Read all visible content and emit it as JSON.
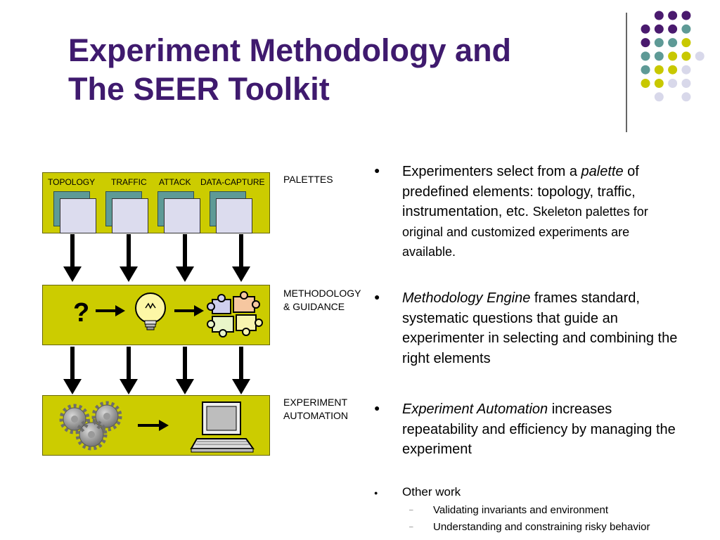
{
  "title": {
    "line1": "Experiment  Methodology and",
    "line2": "The SEER Toolkit"
  },
  "colors": {
    "title": "#3f1a6e",
    "purple_dot": "#4a1a6e",
    "teal_dot": "#5e9a96",
    "olive_dot": "#c8c800",
    "lavender_dot": "#d8d8ea",
    "panel": "#cccc00"
  },
  "diagram": {
    "palette_tabs": [
      "TOPOLOGY",
      "TRAFFIC",
      "ATTACK",
      "DATA-CAPTURE"
    ],
    "labels": {
      "palettes": "PALETTES",
      "methodology": "METHODOLOGY\n& GUIDANCE",
      "automation": "EXPERIMENT\nAUTOMATION"
    },
    "question_mark": "?",
    "icons": [
      "lightbulb-icon",
      "puzzle-icon",
      "gears-icon",
      "laptop-icon",
      "arrow-right-icon",
      "arrow-down-icon"
    ]
  },
  "bullets": [
    {
      "pre": "Experimenters select from a ",
      "em": "palette",
      "post": " of predefined elements: topology, traffic, instrumentation, etc. ",
      "small": "Skeleton",
      "post2": " palettes for original and customized experiments are available."
    },
    {
      "em": "Methodology Engine",
      "post": " frames standard, systematic questions that guide an experimenter in selecting and combining the right elements"
    },
    {
      "em": "Experiment Automation",
      "post": " increases repeatability and efficiency by managing the experiment"
    }
  ],
  "other": {
    "label": "Other work",
    "items": [
      "Validating invariants and environment",
      "Understanding and constraining risky behavior"
    ]
  }
}
